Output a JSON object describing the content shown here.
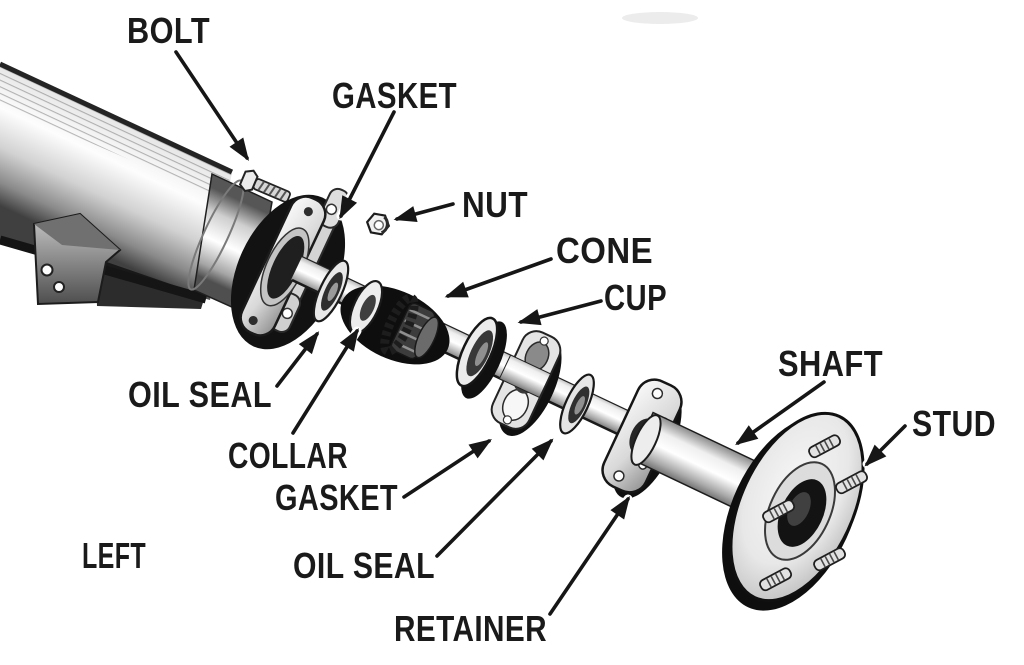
{
  "figure": {
    "background_color": "#ffffff",
    "ink_color": "#1a1a1a"
  },
  "callouts": {
    "bolt": "BOLT",
    "gasket_top": "GASKET",
    "nut": "NUT",
    "cone": "CONE",
    "cup": "CUP",
    "oil_seal_upper": "OIL SEAL",
    "collar": "COLLAR",
    "gasket_lower": "GASKET",
    "oil_seal_lower": "OIL SEAL",
    "retainer": "RETAINER",
    "shaft": "SHAFT",
    "stud": "STUD"
  },
  "corner_label": "LEFT"
}
